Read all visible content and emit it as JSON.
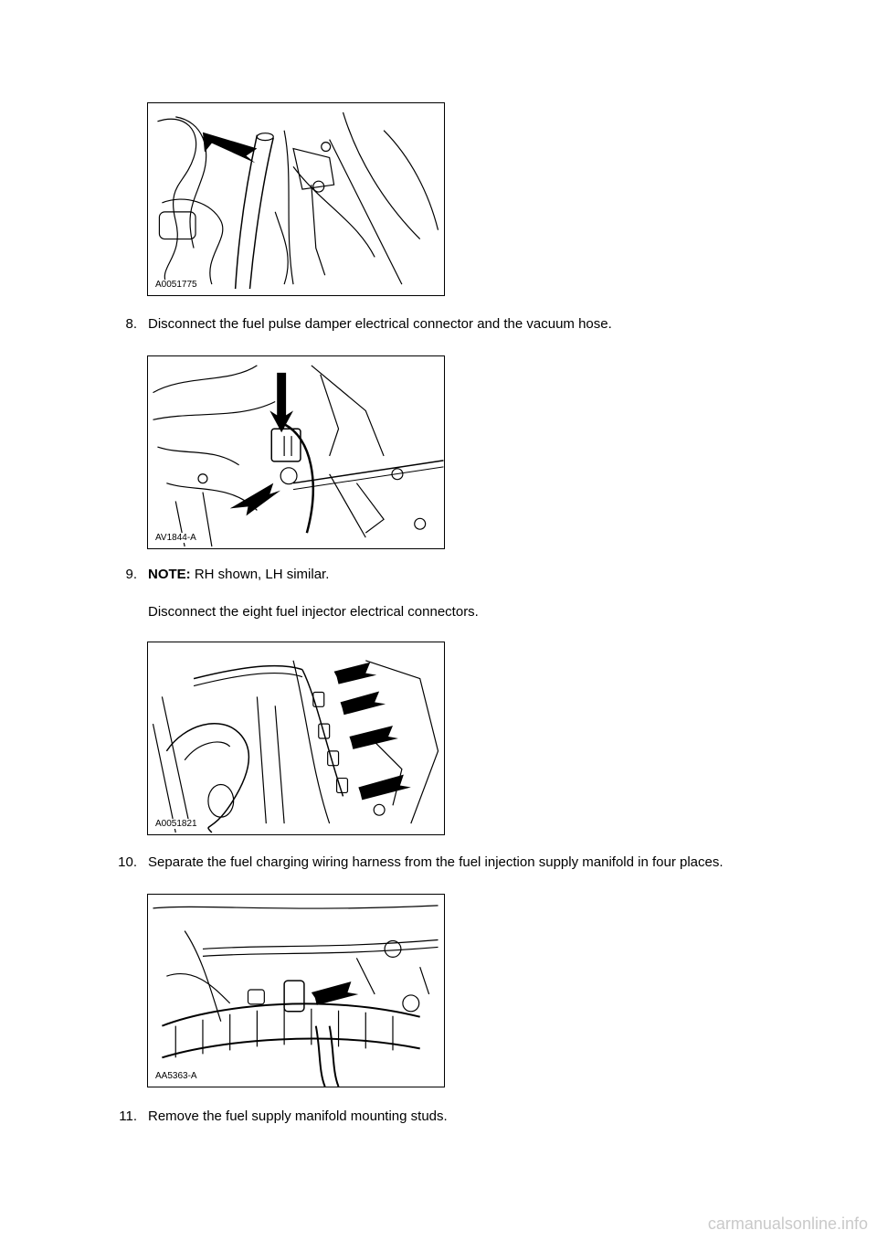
{
  "figures": [
    {
      "id": "A0051775"
    },
    {
      "id": "AV1844-A"
    },
    {
      "id": "A0051821"
    },
    {
      "id": "AA5363-A"
    }
  ],
  "steps": [
    {
      "number": "8.",
      "text": "Disconnect the fuel pulse damper electrical connector and the vacuum hose."
    },
    {
      "number": "9.",
      "note_label": "NOTE:",
      "note_text": " RH shown, LH similar.",
      "text": "Disconnect the eight fuel injector electrical connectors."
    },
    {
      "number": "10.",
      "text": "Separate the fuel charging wiring harness from the fuel injection supply manifold in four places."
    },
    {
      "number": "11.",
      "text": "Remove the fuel supply manifold mounting studs."
    }
  ],
  "footer": {
    "watermark": "carmanualsonline.info"
  }
}
